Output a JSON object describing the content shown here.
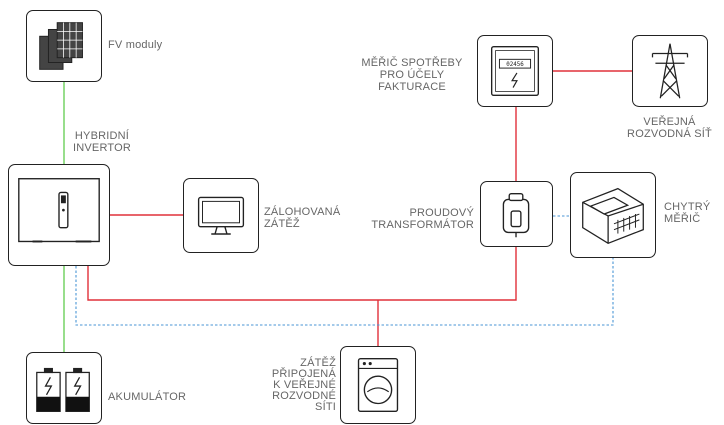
{
  "labels": {
    "pv_modules": "FV moduly",
    "hybrid_inverter": [
      "HYBRIDNÍ",
      "INVERTOR"
    ],
    "backup_load": [
      "ZÁLOHOVANÁ",
      "ZÁTĚŽ"
    ],
    "battery": "AKUMULÁTOR",
    "consumption_meter": [
      "MĚŘIČ SPOTŘEBY",
      "PRO ÚČELY",
      "FAKTURACE"
    ],
    "public_grid": [
      "VEŘEJNÁ",
      "ROZVODNÁ SÍŤ"
    ],
    "current_transformer": [
      "PROUDOVÝ",
      "TRANSFORMÁTOR"
    ],
    "smart_meter": [
      "CHYTRÝ",
      "MĚŘIČ"
    ],
    "grid_load": [
      "ZÁTĚŽ",
      "PŘIPOJENÁ",
      "K VEŘEJNÉ",
      "ROZVODNÉ",
      "SÍTI"
    ],
    "meter_display": "02456"
  },
  "colors": {
    "ac_line": "#e0303a",
    "dc_line": "#6ccf5a",
    "comm_line": "#4a96d6",
    "outline": "#222222",
    "label": "#666666"
  }
}
